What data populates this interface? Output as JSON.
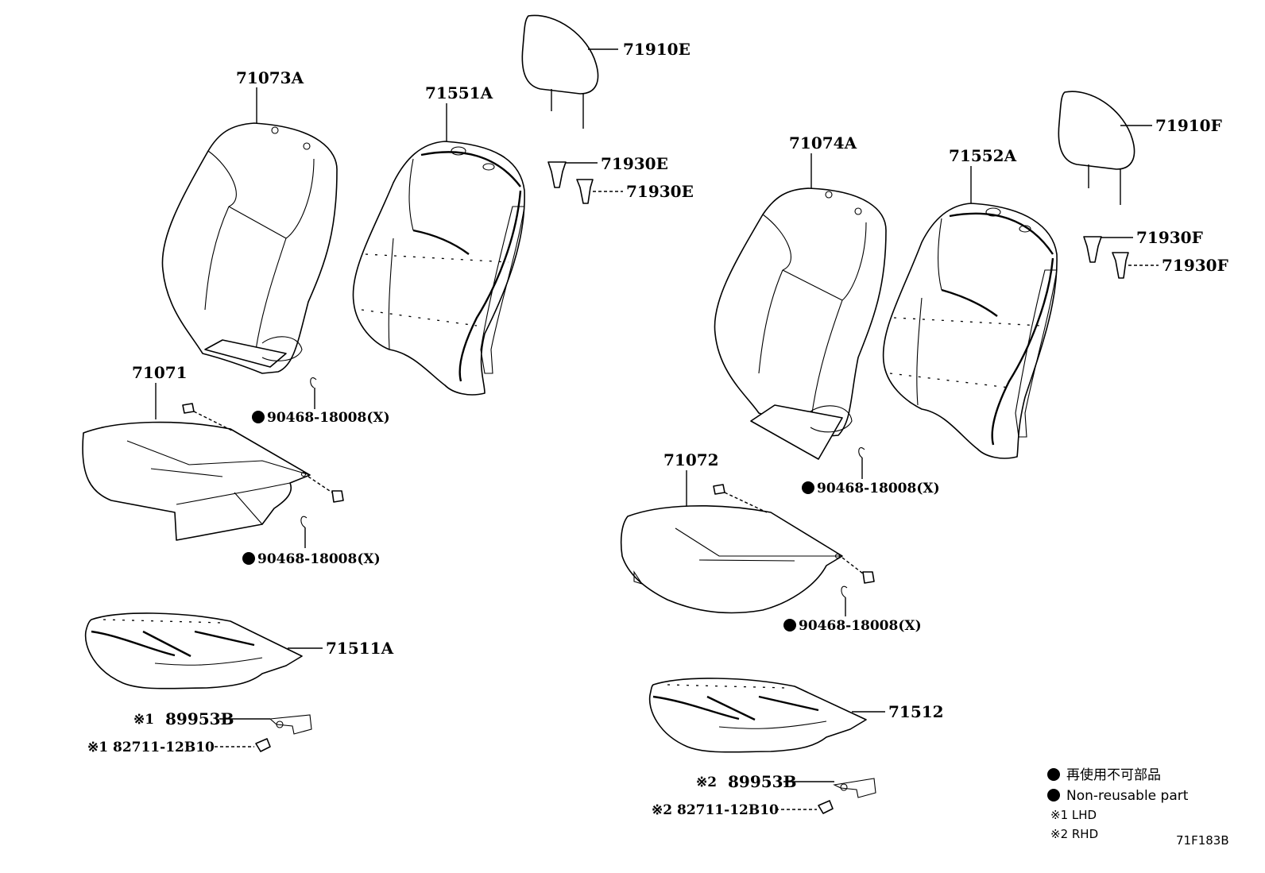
{
  "labels": {
    "back_cover_left": "71073A",
    "back_pad_left": "71551A",
    "headrest_left": "71910E",
    "guide_left_a": "71930E",
    "guide_left_b": "71930E",
    "hog_ring_left_back": "90468-18008(X)",
    "cushion_cover_left": "71071",
    "hog_ring_left_cushion": "90468-18008(X)",
    "cushion_pad_left": "71511A",
    "sensor_left_prefix": "※1",
    "sensor_left": "89953B",
    "clip_left": "※1 82711-12B10",
    "back_cover_right": "71074A",
    "back_pad_right": "71552A",
    "headrest_right": "71910F",
    "guide_right_a": "71930F",
    "guide_right_b": "71930F",
    "hog_ring_right_back": "90468-18008(X)",
    "cushion_cover_right": "71072",
    "hog_ring_right_cushion": "90468-18008(X)",
    "cushion_pad_right": "71512",
    "sensor_right_prefix": "※2",
    "sensor_right": "89953B",
    "clip_right": "※2 82711-12B10"
  },
  "legend": {
    "non_reusable_jp": "再使用不可部品",
    "non_reusable_en": "Non-reusable part",
    "note1": "※1 LHD",
    "note2": "※2 RHD"
  },
  "reference": "71F183B"
}
